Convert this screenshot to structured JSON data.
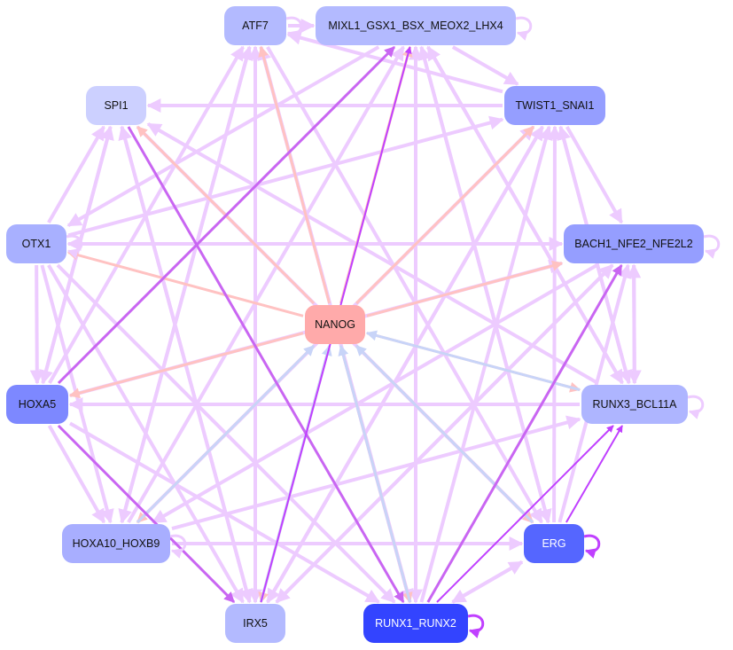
{
  "nodes": [
    {
      "id": "ATF7",
      "label": "ATF7",
      "color": "#b3baff"
    },
    {
      "id": "MIXL1",
      "label": "MIXL1_GSX1_BSX_MEOX2_LHX4",
      "color": "#b3baff"
    },
    {
      "id": "SPI1",
      "label": "SPI1",
      "color": "#ccd0ff"
    },
    {
      "id": "TWIST1",
      "label": "TWIST1_SNAI1",
      "color": "#959eff"
    },
    {
      "id": "OTX1",
      "label": "OTX1",
      "color": "#a8b0ff"
    },
    {
      "id": "BACH1",
      "label": "BACH1_NFE2_NFE2L2",
      "color": "#959eff"
    },
    {
      "id": "NANOG",
      "label": "NANOG",
      "color": "#ffaaaa"
    },
    {
      "id": "HOXA5",
      "label": "HOXA5",
      "color": "#7d88ff"
    },
    {
      "id": "RUNX3",
      "label": "RUNX3_BCL11A",
      "color": "#aeb5ff"
    },
    {
      "id": "HOXA10",
      "label": "HOXA10_HOXB9",
      "color": "#a8aeff"
    },
    {
      "id": "ERG",
      "label": "ERG",
      "color": "#5566ff",
      "dark": true
    },
    {
      "id": "IRX5",
      "label": "IRX5",
      "color": "#b3baff"
    },
    {
      "id": "RUNX1",
      "label": "RUNX1_RUNX2",
      "color": "#3344ff",
      "dark": true
    }
  ],
  "edge_colors": {
    "pink": "#ffc2c2",
    "lav": "#edcbff",
    "purple": "#c966f2",
    "violet": "#c040ff",
    "blue": "#c8d4f8"
  },
  "edges": [
    [
      "NANOG",
      "ATF7",
      "pink"
    ],
    [
      "NANOG",
      "MIXL1",
      "pink"
    ],
    [
      "NANOG",
      "SPI1",
      "pink"
    ],
    [
      "NANOG",
      "TWIST1",
      "pink"
    ],
    [
      "NANOG",
      "OTX1",
      "pink"
    ],
    [
      "NANOG",
      "BACH1",
      "pink"
    ],
    [
      "NANOG",
      "HOXA5",
      "pink"
    ],
    [
      "NANOG",
      "RUNX3",
      "pink"
    ],
    [
      "NANOG",
      "HOXA10",
      "pink"
    ],
    [
      "NANOG",
      "ERG",
      "pink"
    ],
    [
      "NANOG",
      "IRX5",
      "pink"
    ],
    [
      "NANOG",
      "RUNX1",
      "pink"
    ],
    [
      "RUNX3",
      "NANOG",
      "blue"
    ],
    [
      "HOXA10",
      "NANOG",
      "blue"
    ],
    [
      "IRX5",
      "NANOG",
      "blue"
    ],
    [
      "RUNX1",
      "NANOG",
      "blue"
    ],
    [
      "ERG",
      "NANOG",
      "blue"
    ],
    [
      "IRX5",
      "MIXL1",
      "violet"
    ],
    [
      "ERG",
      "RUNX3",
      "violet"
    ],
    [
      "RUNX1",
      "RUNX3",
      "violet"
    ],
    [
      "HOXA5",
      "IRX5",
      "purple"
    ],
    [
      "SPI1",
      "RUNX1",
      "purple"
    ],
    [
      "HOXA5",
      "MIXL1",
      "purple"
    ],
    [
      "RUNX1",
      "BACH1",
      "purple"
    ],
    [
      "ATF7",
      "MIXL1",
      "lav"
    ],
    [
      "TWIST1",
      "SPI1",
      "lav"
    ],
    [
      "TWIST1",
      "ATF7",
      "lav"
    ],
    [
      "MIXL1",
      "TWIST1",
      "lav"
    ],
    [
      "TWIST1",
      "BACH1",
      "lav"
    ],
    [
      "BACH1",
      "RUNX3",
      "lav"
    ],
    [
      "RUNX3",
      "BACH1",
      "lav"
    ],
    [
      "OTX1",
      "BACH1",
      "lav"
    ],
    [
      "OTX1",
      "SPI1",
      "lav"
    ],
    [
      "OTX1",
      "HOXA5",
      "lav"
    ],
    [
      "OTX1",
      "HOXA10",
      "lav"
    ],
    [
      "OTX1",
      "TWIST1",
      "lav"
    ],
    [
      "HOXA5",
      "ATF7",
      "lav"
    ],
    [
      "HOXA5",
      "HOXA10",
      "lav"
    ],
    [
      "HOXA5",
      "SPI1",
      "lav"
    ],
    [
      "HOXA5",
      "BACH1",
      "lav"
    ],
    [
      "RUNX3",
      "HOXA5",
      "lav"
    ],
    [
      "RUNX3",
      "SPI1",
      "lav"
    ],
    [
      "RUNX3",
      "MIXL1",
      "lav"
    ],
    [
      "RUNX3",
      "TWIST1",
      "lav"
    ],
    [
      "HOXA10",
      "ERG",
      "lav"
    ],
    [
      "HOXA10",
      "MIXL1",
      "lav"
    ],
    [
      "HOXA10",
      "ATF7",
      "lav"
    ],
    [
      "HOXA10",
      "TWIST1",
      "lav"
    ],
    [
      "HOXA10",
      "RUNX3",
      "lav"
    ],
    [
      "BACH1",
      "HOXA10",
      "lav"
    ],
    [
      "BACH1",
      "OTX1",
      "lav"
    ],
    [
      "BACH1",
      "IRX5",
      "lav"
    ],
    [
      "IRX5",
      "ATF7",
      "lav"
    ],
    [
      "IRX5",
      "BACH1",
      "lav"
    ],
    [
      "IRX5",
      "TWIST1",
      "lav"
    ],
    [
      "IRX5",
      "SPI1",
      "lav"
    ],
    [
      "RUNX1",
      "ERG",
      "lav"
    ],
    [
      "ERG",
      "RUNX1",
      "lav"
    ],
    [
      "RUNX1",
      "MIXL1",
      "lav"
    ],
    [
      "RUNX1",
      "ATF7",
      "lav"
    ],
    [
      "RUNX1",
      "TWIST1",
      "lav"
    ],
    [
      "MIXL1",
      "RUNX1",
      "lav"
    ],
    [
      "MIXL1",
      "OTX1",
      "lav"
    ],
    [
      "MIXL1",
      "ERG",
      "lav"
    ],
    [
      "ATF7",
      "IRX5",
      "lav"
    ],
    [
      "ATF7",
      "RUNX1",
      "lav"
    ],
    [
      "ATF7",
      "ERG",
      "lav"
    ],
    [
      "ATF7",
      "HOXA10",
      "lav"
    ],
    [
      "SPI1",
      "HOXA5",
      "lav"
    ],
    [
      "SPI1",
      "ERG",
      "lav"
    ],
    [
      "SPI1",
      "IRX5",
      "lav"
    ],
    [
      "OTX1",
      "RUNX1",
      "lav"
    ],
    [
      "OTX1",
      "IRX5",
      "lav"
    ],
    [
      "TWIST1",
      "IRX5",
      "lav"
    ],
    [
      "TWIST1",
      "RUNX3",
      "lav"
    ],
    [
      "ERG",
      "MIXL1",
      "lav"
    ],
    [
      "ERG",
      "BACH1",
      "lav"
    ],
    [
      "ERG",
      "TWIST1",
      "lav"
    ],
    [
      "HOXA5",
      "RUNX1",
      "lav"
    ],
    [
      "MIXL1",
      "RUNX3",
      "lav"
    ]
  ],
  "self_loops": [
    [
      "MIXL1",
      "lav"
    ],
    [
      "ATF7",
      "lav"
    ],
    [
      "BACH1",
      "lav"
    ],
    [
      "OTX1",
      "lav"
    ],
    [
      "RUNX3",
      "lav"
    ],
    [
      "HOXA10",
      "lav"
    ],
    [
      "ERG",
      "violet"
    ],
    [
      "RUNX1",
      "violet"
    ]
  ]
}
